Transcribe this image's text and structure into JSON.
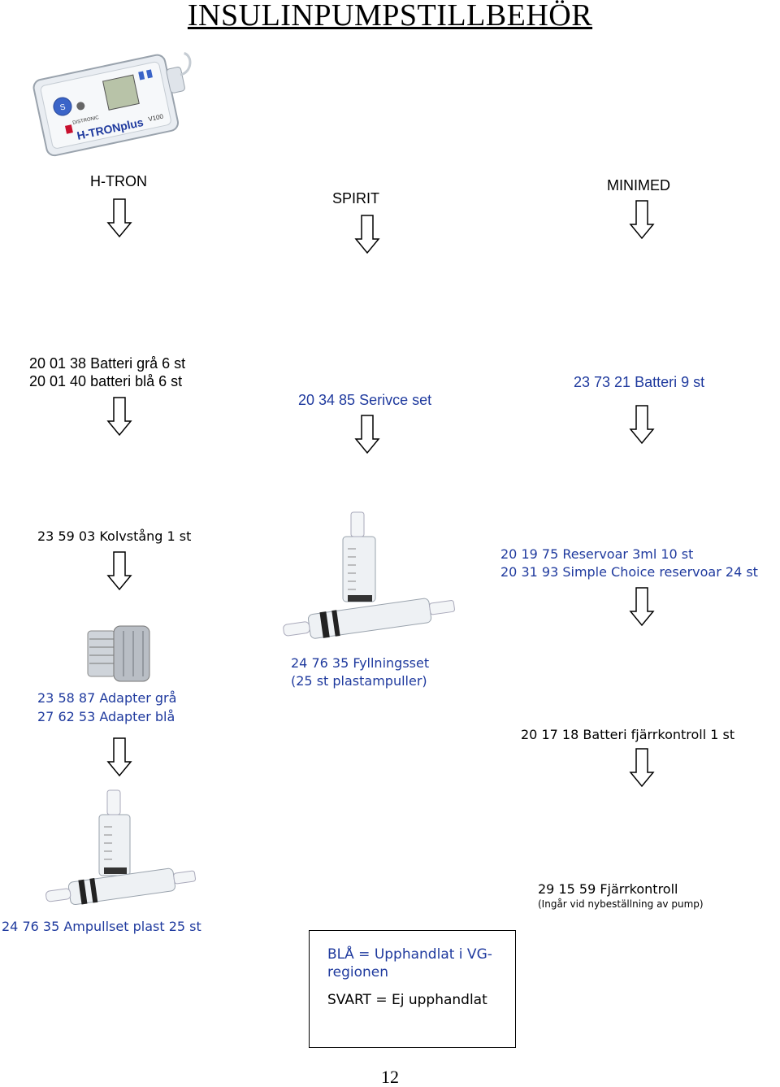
{
  "title": "INSULINPUMPSTILLBEHÖR",
  "brands": {
    "htron": "H-TRON",
    "spirit": "SPIRIT",
    "minimed": "MINIMED"
  },
  "pump_image": {
    "label_brand": "DISTRONIC",
    "label_model": "H-TRONplus",
    "label_version": "V100"
  },
  "items": {
    "htron_batteries_1": "20 01 38 Batteri grå 6 st",
    "htron_batteries_2": "20 01 40 batteri blå 6 st",
    "spirit_service": "20 34 85 Serivce set",
    "minimed_battery": "23 73 21 Batteri 9 st",
    "htron_kolvstang": "23 59 03 Kolvstång 1 st",
    "minimed_reservoar_1": "20 19 75 Reservoar 3ml 10 st",
    "minimed_reservoar_2": "20 31 93 Simple Choice reservoar 24 st",
    "adapter_1": "23 58 87 Adapter grå",
    "adapter_2": "27 62 53 Adapter blå",
    "fill_1": "24 76 35 Fyllningsset",
    "fill_2": "(25 st plastampuller)",
    "remote_battery": "20 17 18 Batteri fjärrkontroll 1 st",
    "remote": "29 15 59 Fjärrkontroll",
    "remote_note": "(Ingår vid nybeställning av pump)",
    "ampullset": "24 76 35 Ampullset plast 25 st"
  },
  "legend": {
    "blue_line1": "BLÅ = Upphandlat i VG-",
    "blue_line2": "regionen",
    "black_line": "SVART = Ej upphandlat"
  },
  "page_number": "12",
  "colors": {
    "procured_text": "#1f3a9e",
    "not_procured_text": "#000000"
  }
}
